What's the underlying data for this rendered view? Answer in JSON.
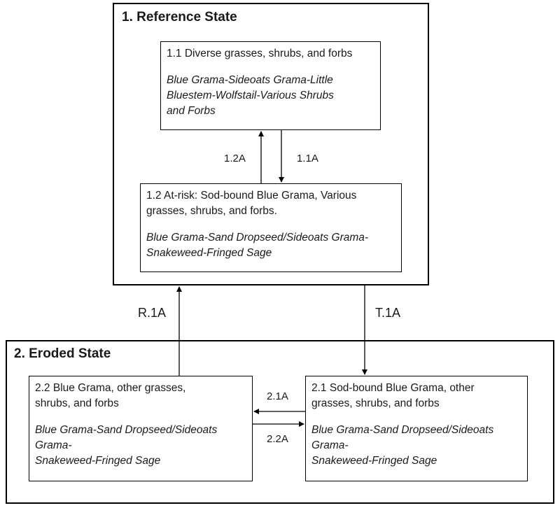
{
  "states": {
    "reference": {
      "title": "1.  Reference State",
      "community_1_1": {
        "line1": "1.1 Diverse grasses, shrubs, and forbs",
        "species": [
          "Blue Grama-Sideoats Grama-Little",
          "Bluestem-Wolfstail-Various Shrubs",
          "and Forbs"
        ]
      },
      "community_1_2": {
        "line1": "1.2  At-risk: Sod-bound Blue Grama, Various",
        "line2": "grasses, shrubs, and forbs.",
        "species": [
          "Blue Grama-Sand Dropseed/Sideoats Grama-",
          "Snakeweed-Fringed Sage"
        ]
      }
    },
    "eroded": {
      "title": "2.  Eroded State",
      "community_2_2": {
        "line1": "2.2 Blue Grama, other grasses,",
        "line2": "shrubs, and forbs",
        "species": [
          "Blue Grama-Sand Dropseed/Sideoats",
          "Grama-",
          "Snakeweed-Fringed Sage"
        ]
      },
      "community_2_1": {
        "line1": "2.1 Sod-bound Blue Grama, other",
        "line2": "grasses, shrubs, and forbs",
        "species": [
          "Blue Grama-Sand Dropseed/Sideoats",
          "Grama-",
          "Snakeweed-Fringed Sage"
        ]
      }
    }
  },
  "transitions": {
    "p_1_2A": "1.2A",
    "p_1_1A": "1.1A",
    "r_1A": "R.1A",
    "t_1A": "T.1A",
    "p_2_1A": "2.1A",
    "p_2_2A": "2.2A"
  }
}
